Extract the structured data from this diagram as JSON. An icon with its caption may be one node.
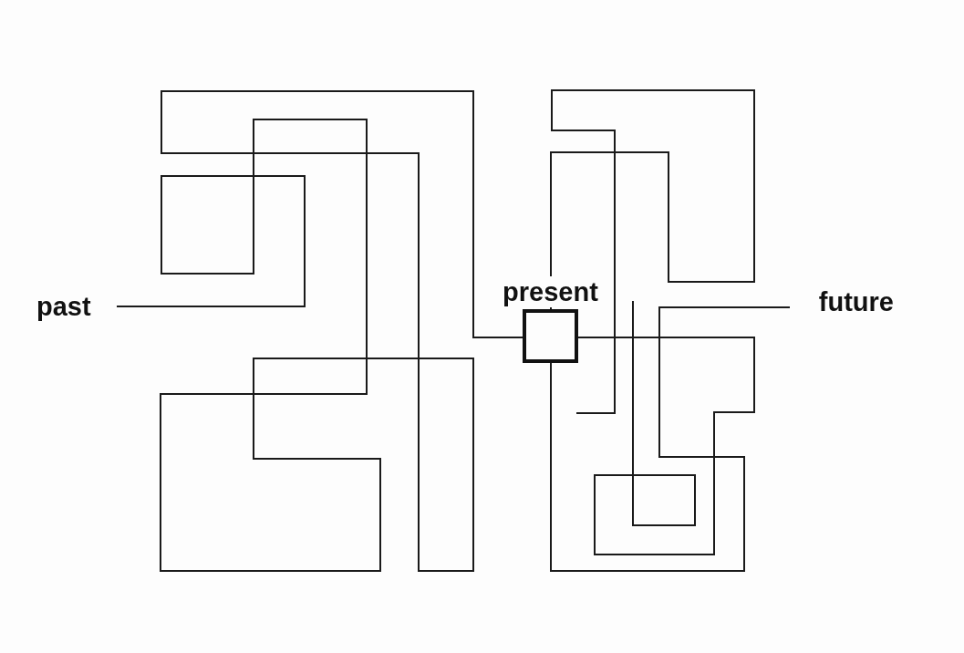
{
  "diagram": {
    "nodes": [
      {
        "text": [
          "past"
        ]
      },
      {
        "text": [
          "present"
        ]
      },
      {
        "text": [
          "future"
        ]
      }
    ],
    "edges": [
      {
        "from": 0,
        "to": 1,
        "arrow": "none"
      },
      {
        "from": 1,
        "to": 2,
        "arrow": "none"
      },
      {
        "from": 1,
        "to": null,
        "arrow": "none"
      },
      {
        "from": 1,
        "to": null,
        "arrow": "none"
      }
    ]
  }
}
